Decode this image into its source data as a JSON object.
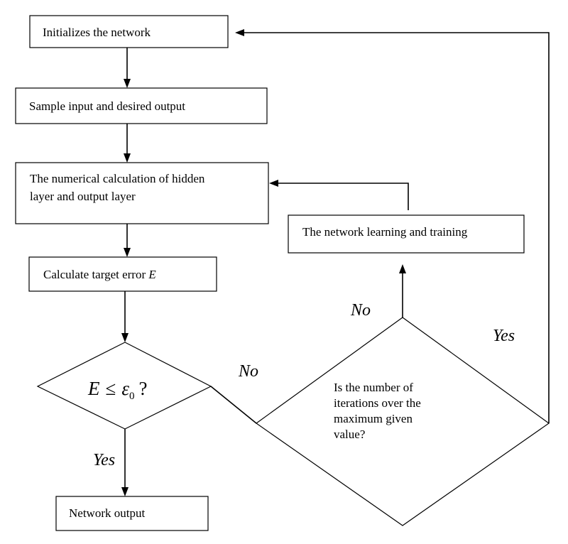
{
  "nodes": {
    "init": "Initializes the network",
    "sample": "Sample input and desired output",
    "calc_line1": "The numerical calculation of hidden",
    "calc_line2": "layer and output layer",
    "target_prefix": "Calculate target error ",
    "target_var": "E",
    "decision1_lhs": "E",
    "decision1_op": "≤",
    "decision1_var": "ε",
    "decision1_sub": "0",
    "decision1_q": "?",
    "decision2_line1": "Is the number of",
    "decision2_line2": "iterations over the",
    "decision2_line3": "maximum given",
    "decision2_line4": "value?",
    "training": "The network learning and training",
    "output": "Network output"
  },
  "edge_labels": {
    "d1_no": "No",
    "d1_yes": "Yes",
    "d2_no": "No",
    "d2_yes": "Yes"
  }
}
